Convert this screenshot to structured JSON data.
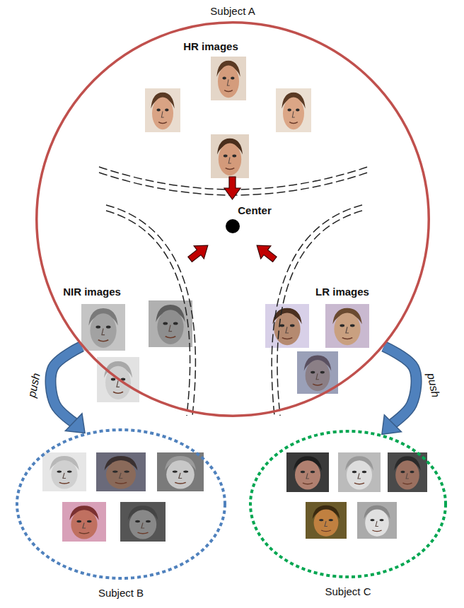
{
  "diagram": {
    "nodes": [
      {
        "text": [
          "Subject A"
        ]
      },
      {
        "text": [
          "Subject B"
        ]
      },
      {
        "text": [
          "Subject C"
        ]
      }
    ],
    "edges": [
      {
        "from": 0,
        "to": 1,
        "label": "push",
        "arrow": "to"
      },
      {
        "from": 0,
        "to": 2,
        "label": "push",
        "arrow": "to"
      }
    ],
    "labels": [
      "HR images",
      "Center",
      "NIR images",
      "LR images"
    ]
  }
}
